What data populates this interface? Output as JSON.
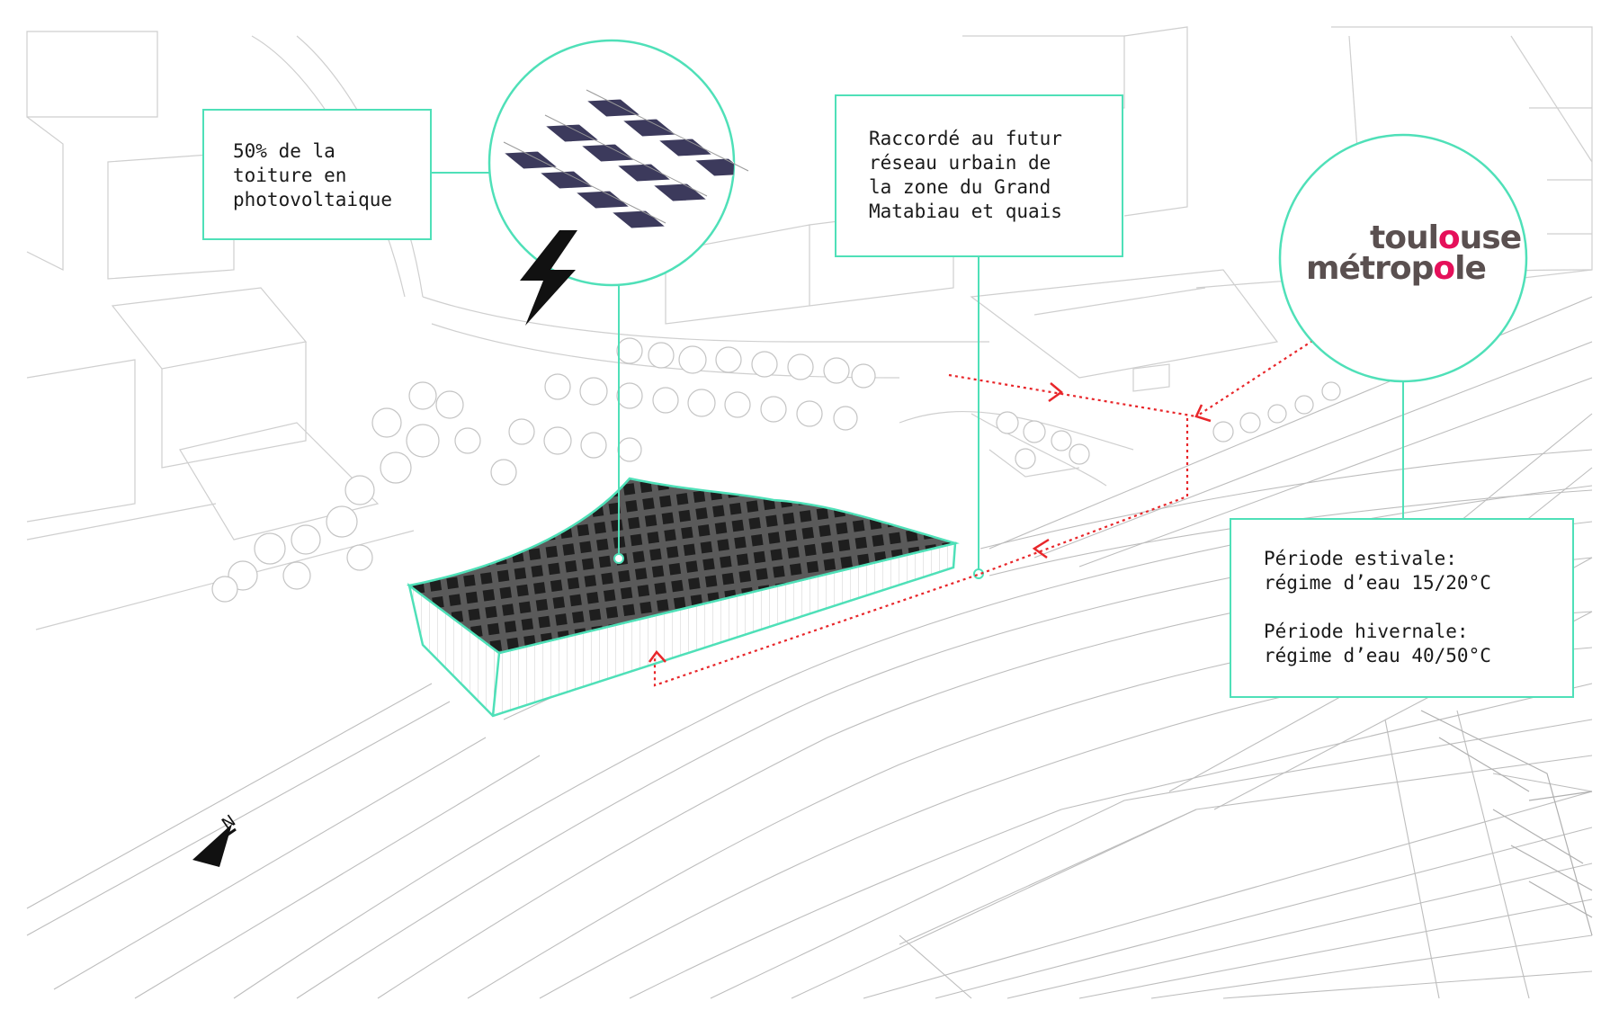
{
  "callouts": {
    "photovoltaic": {
      "lines": [
        "50% de la",
        "toiture en",
        "photovoltaique"
      ]
    },
    "network": {
      "lines": [
        "Raccordé au futur",
        "réseau urbain de",
        "la zone du Grand",
        "Matabiau et quais"
      ]
    },
    "regime": {
      "summer_label": "Période estivale:",
      "summer_value": "régime d’eau 15/20°C",
      "winter_label": "Période hivernale:",
      "winter_value": "régime d’eau 40/50°C"
    }
  },
  "logo": {
    "line1_pre": "toul",
    "line1_o": "o",
    "line1_post": "use",
    "line2_pre": "métrop",
    "line2_o": "o",
    "line2_post": "le"
  },
  "compass": {
    "label": "N"
  },
  "colors": {
    "accent": "#4fe0b8",
    "flow": "#e8262a",
    "roof": "#3a3a3a",
    "panel": "#3c3a5c",
    "logo_grey": "#5a5050",
    "logo_pink": "#e5105a",
    "sketch": "#c8c8c8"
  },
  "icons": [
    "solar-panels-icon",
    "lightning-bolt-icon",
    "north-arrow-icon"
  ]
}
